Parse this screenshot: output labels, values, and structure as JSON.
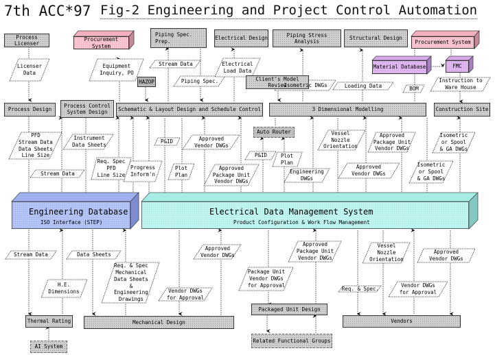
{
  "header": {
    "conference": "7th ACC*97",
    "figure_title": "Fig-2 Engineering and Project Control Automation"
  },
  "colors": {
    "gray_box": "#cfcfcf",
    "procurement_pink": "#f7c6d0",
    "material_purple": "#e0b8f0",
    "engineering_db_blue": "#b4c4f4",
    "edms_cyan": "#bff4f0",
    "line": "#555555"
  },
  "process_boxes": {
    "process_licenser": "Process Licenser",
    "procurement_system_left": "Procurement System",
    "piping_spec_prep": "Piping Spec.\nPrep.",
    "electrical_design": "Electrical Design",
    "piping_stress_analysis": "Piping Stress Analysis",
    "structural_design": "Structural Design",
    "procurement_system_right": "Procurement System",
    "material_database": "Material Database",
    "fmc": "FMC",
    "hazop": "HAZOP",
    "clients_model_review": "Client's Model Review",
    "process_design": "Process Design",
    "process_control_system_design": "Process Control\nSystem Design",
    "schematic_layout": "Schematic & Layout Design and Schedule Control",
    "three_d_modelling": "3 Dimensional Modelling",
    "construction_site": "Construction Site",
    "auto_router": "Auto Router",
    "thermal_rating": "Thermal Rating",
    "ai_system": "AI System",
    "mechanical_design": "Mechanical Design",
    "packaged_unit_design": "Packaged Unit Design",
    "related_functional_groups": "Related Functional Groups",
    "vendors": "Vendors"
  },
  "databases": {
    "engineering_db_title": "Engineering Database",
    "engineering_db_sub": "ISO Interface (STEP)",
    "edms_title": "Electrical Data Management System",
    "edms_sub": "Product Configuration & Work Flow Management"
  },
  "data_labels": {
    "licenser_data": "Licenser\nData",
    "equipment_inquiry": "Equipment\nInquiry, PO",
    "stream_data_top": "Stream Data",
    "piping_spec": "Piping Spec.",
    "electrical_load_data": "Electrical\nLoad Data",
    "isometric_dwgs": "Isometric DWGs",
    "loading_data": "Loading Data",
    "bom": "BOM",
    "instruction_warehouse": "Instruction to\nWare House",
    "pfd_stream": "PFD\nStream Data\nData Sheets\nLine Size",
    "instrument_data_sheets": "Instrument\nData Sheets",
    "stream_data_mid": "Stream Data",
    "req_spec_pfd": "Req. Spec\nPFD\nLine Size",
    "progress_inform": "Progress\nInform'n",
    "pid_left": "P&ID",
    "plot_plan_left": "Plot\nPlan",
    "approved_vendor_dwgs_1": "Approved\nVendor DWGs",
    "approved_pkg_unit_1": "Approved\nPackage Unit\nVendor DWGs",
    "pid_router": "P&ID",
    "plot_plan_router": "Plot\nPlan",
    "engineering_dwgs": "Engineering\nDWGs",
    "vessel_nozzle_top": "Vessel\nNozzle\nOrientation",
    "approved_vendor_dwgs_2": "Approved\nVendor DWGs",
    "approved_pkg_unit_2": "Approved\nPackage Unit\nVendor DWGs",
    "isometric_spool_1": "Isometric\nor Spool\n& GA DWGs",
    "isometric_spool_2": "Isometric\nor Spool\n& GA DWGs",
    "stream_data_bottom": "Stream Data",
    "data_sheets_bottom": "Data Sheets",
    "he_dimensions": "H.E.\nDimensions",
    "req_spec_mech": "Req. & Spec\nMechanical\nData Sheets\n&\nEngineering\nDrawings",
    "vendor_dwgs_approval_1": "Vendor DWGs\nfor Approval",
    "approved_vendor_dwgs_3": "Approved\nVendor DWGs",
    "pkg_unit_vendor_approval": "Package Unit\nVendor DWGs\nfor Approval",
    "approved_pkg_unit_3": "Approved\nPackage Unit\nVendor DWGs",
    "req_spec_bottom": "Req. & Spec.",
    "vessel_nozzle_bottom": "Vessel\nNozzle\nOrientation",
    "vendor_dwgs_approval_2": "Vendor DWGs\nfor Approval",
    "approved_vendor_dwgs_4": "Approved\nVendor DWGs"
  }
}
